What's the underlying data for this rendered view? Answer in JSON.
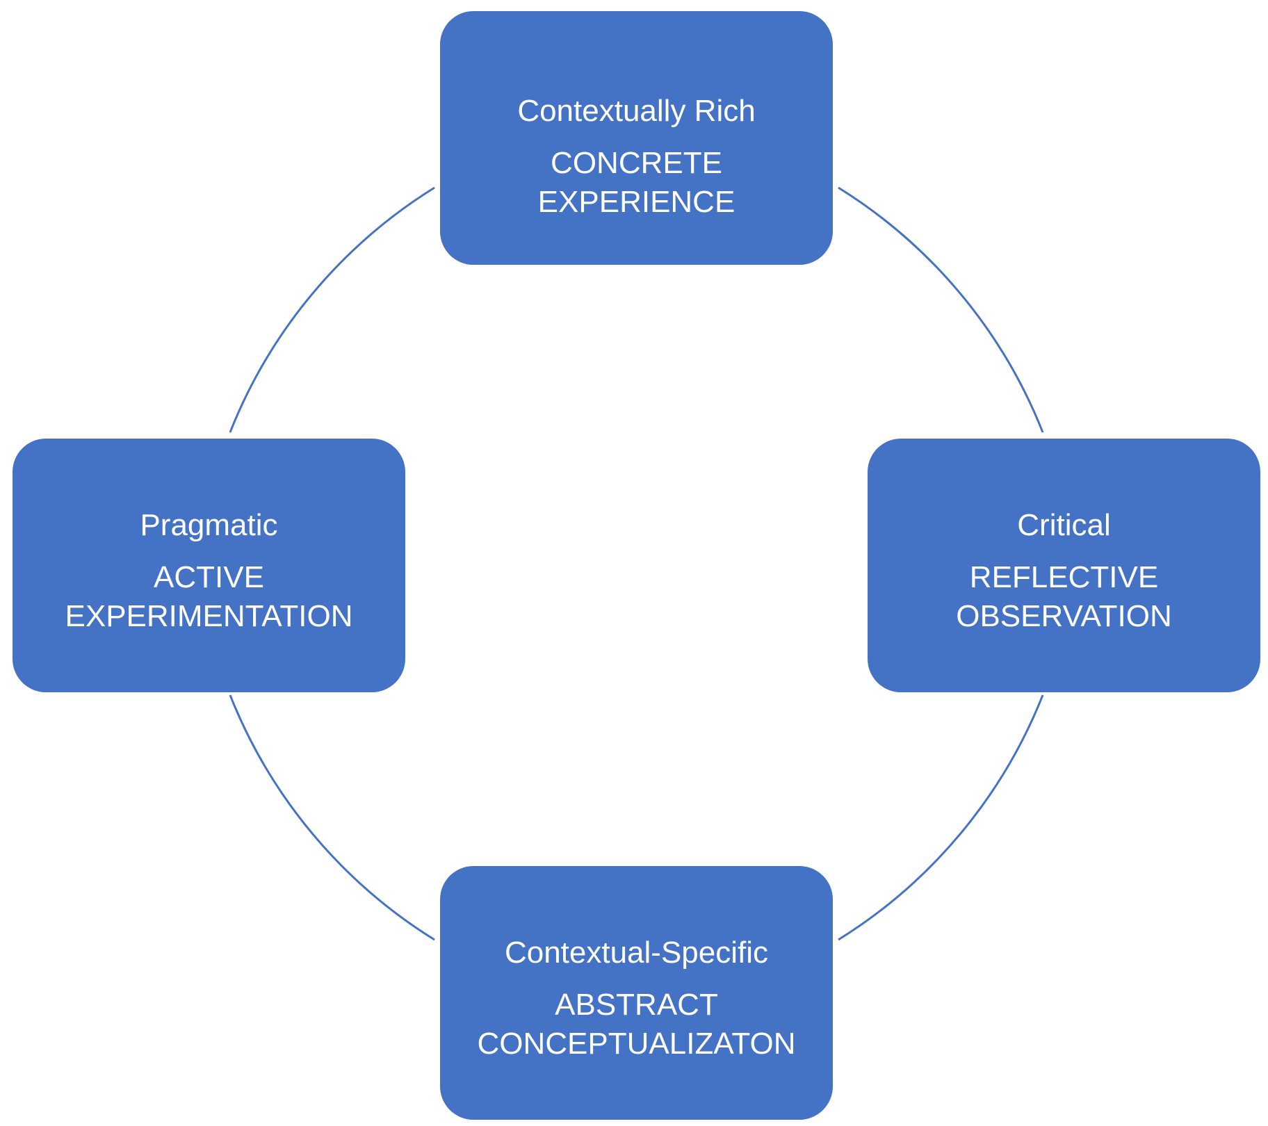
{
  "colors": {
    "node_fill": "#4472c4",
    "node_text": "#ffffff",
    "connector": "#4472c4",
    "background": "#ffffff"
  },
  "nodes": {
    "top": {
      "subtitle": "Contextually Rich",
      "title": "CONCRETE EXPERIENCE"
    },
    "right": {
      "subtitle": "Critical",
      "title": "REFLECTIVE\nOBSERVATION"
    },
    "bottom": {
      "subtitle": "Contextual-Specific",
      "title": "ABSTRACT\nCONCEPTUALIZATON"
    },
    "left": {
      "subtitle": "Pragmatic",
      "title": "ACTIVE\nEXPERIMENTATION"
    }
  }
}
